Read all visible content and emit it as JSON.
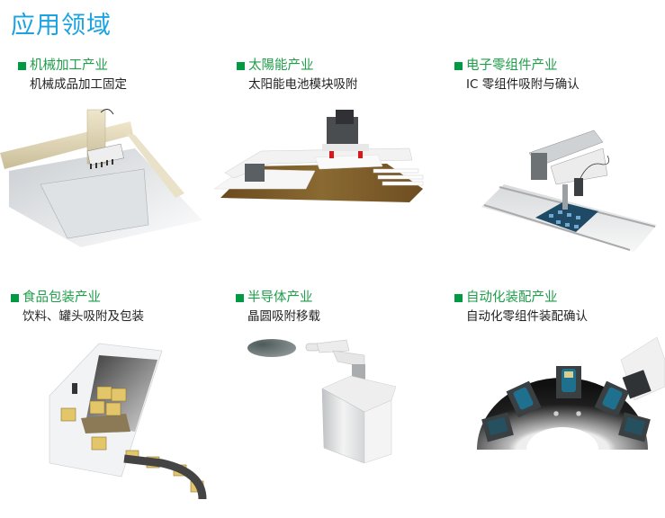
{
  "page": {
    "title": "应用领域",
    "accent_color": "#1aa3e0",
    "category_color": "#1f9e49",
    "bullet_color": "#009a44"
  },
  "applications": [
    {
      "category": "机械加工产业",
      "description": "机械成品加工固定",
      "illustration": "gantry-robot-vacuum-gripper-on-sheet-metal"
    },
    {
      "category": "太陽能产业",
      "description": "太阳能电池模块吸附",
      "illustration": "solar-panel-vacuum-handling-on-wood-conveyor"
    },
    {
      "category": "电子零组件产业",
      "description": "IC 零组件吸附与确认",
      "illustration": "pick-and-place-robot-over-chip-tray"
    },
    {
      "category": "食品包装产业",
      "description": "饮料、罐头吸附及包装",
      "illustration": "palletizing-cell-with-box-conveyor"
    },
    {
      "category": "半导体产业",
      "description": "晶圆吸附移载",
      "illustration": "scara-wafer-transfer-robot"
    },
    {
      "category": "自动化装配产业",
      "description": "自动化零组件装配确认",
      "illustration": "rotary-index-table-with-handheld-devices"
    }
  ]
}
